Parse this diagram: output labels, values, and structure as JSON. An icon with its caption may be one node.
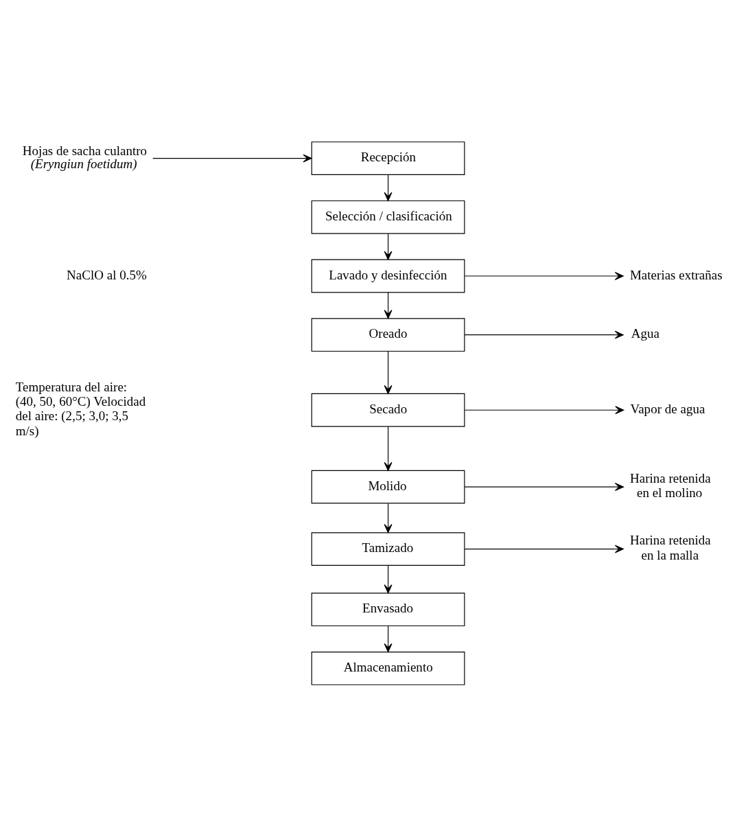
{
  "diagram": {
    "nodes": [
      {
        "text": [
          "Hojas de sacha culantro",
          "(Eryngiun foetidum)"
        ]
      },
      {
        "text": [
          "Recepción"
        ]
      },
      {
        "text": [
          "Selección / clasificación"
        ]
      },
      {
        "text": [
          "Lavado y desinfección"
        ]
      },
      {
        "text": [
          "Materias extrañas"
        ]
      },
      {
        "text": [
          "Oreado"
        ]
      },
      {
        "text": [
          "Agua"
        ]
      },
      {
        "text": [
          "Secado"
        ]
      },
      {
        "text": [
          "Vapor de agua"
        ]
      },
      {
        "text": [
          "Molido"
        ]
      },
      {
        "text": [
          "Harina retenida en el molino"
        ]
      },
      {
        "text": [
          "Tamizado"
        ]
      },
      {
        "text": [
          "Harina retenida en la malla"
        ]
      },
      {
        "text": [
          "Envasado"
        ]
      },
      {
        "text": [
          "Almacenamiento"
        ]
      }
    ],
    "edges": [
      {
        "from": 0,
        "to": 1,
        "arrow": "to"
      },
      {
        "from": 1,
        "to": 2,
        "arrow": "to"
      },
      {
        "from": 2,
        "to": 3,
        "arrow": "to"
      },
      {
        "from": 3,
        "to": 4,
        "arrow": "to"
      },
      {
        "from": 3,
        "to": 5,
        "arrow": "to"
      },
      {
        "from": 5,
        "to": 6,
        "arrow": "to"
      },
      {
        "from": 5,
        "to": 7,
        "arrow": "to"
      },
      {
        "from": 7,
        "to": 8,
        "arrow": "to"
      },
      {
        "from": 7,
        "to": 9,
        "arrow": "to"
      },
      {
        "from": 9,
        "to": 10,
        "arrow": "to"
      },
      {
        "from": 9,
        "to": 11,
        "arrow": "to"
      },
      {
        "from": 11,
        "to": 12,
        "arrow": "to"
      },
      {
        "from": 11,
        "to": 13,
        "arrow": "to"
      },
      {
        "from": 13,
        "to": 14,
        "arrow": "to"
      }
    ],
    "labels": [
      "NaClO al 0.5%",
      "Temperatura del aire: (40, 50, 60°C) Velocidad del aire: (2,5; 3,0; 3,5 m/s)"
    ]
  }
}
